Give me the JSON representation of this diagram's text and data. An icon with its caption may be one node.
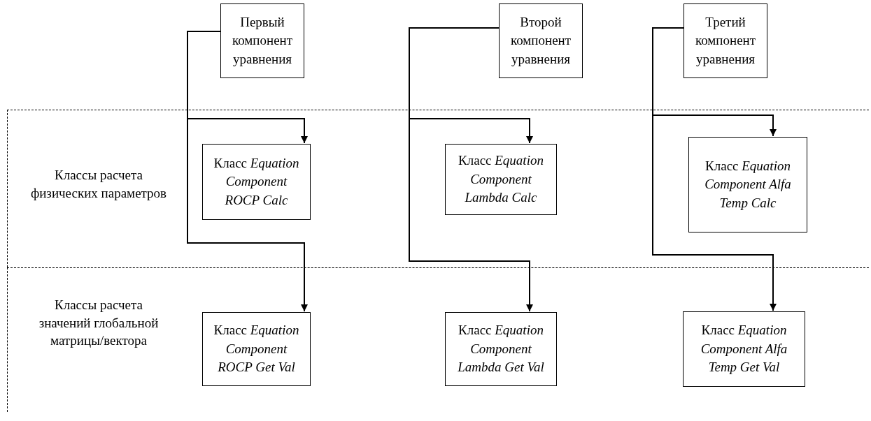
{
  "diagram": {
    "nodes": [
      {
        "text": [
          "Первый компонент уравнения"
        ]
      },
      {
        "text": [
          "Второй компонент уравнения"
        ]
      },
      {
        "text": [
          "Третий компонент уравнения"
        ]
      },
      {
        "text": [
          "Классы расчета физических параметров"
        ]
      },
      {
        "text": [
          "Класс *Equation Component ROCP Calc*"
        ],
        "in": 3
      },
      {
        "text": [
          "Класс *Equation Component Lambda Calc*"
        ],
        "in": 3
      },
      {
        "text": [
          "Класс *Equation Component Alfa Temp Calc*"
        ],
        "in": 3
      },
      {
        "text": [
          "Классы расчета значений глобальной матрицы/вектора"
        ]
      },
      {
        "text": [
          "Класс *Equation Component ROCP Get Val*"
        ],
        "in": 7
      },
      {
        "text": [
          "Класс *Equation Component Lambda Get Val*"
        ],
        "in": 7
      },
      {
        "text": [
          "Класс *Equation Component Alfa Temp Get Val*"
        ],
        "in": 7
      }
    ],
    "edges": [
      {
        "from": 0,
        "to": 4,
        "arrow": "to"
      },
      {
        "from": 0,
        "to": 8,
        "arrow": "to"
      },
      {
        "from": 1,
        "to": 5,
        "arrow": "to"
      },
      {
        "from": 1,
        "to": 9,
        "arrow": "to"
      },
      {
        "from": 2,
        "to": 6,
        "arrow": "to"
      },
      {
        "from": 2,
        "to": 10,
        "arrow": "to"
      }
    ]
  }
}
